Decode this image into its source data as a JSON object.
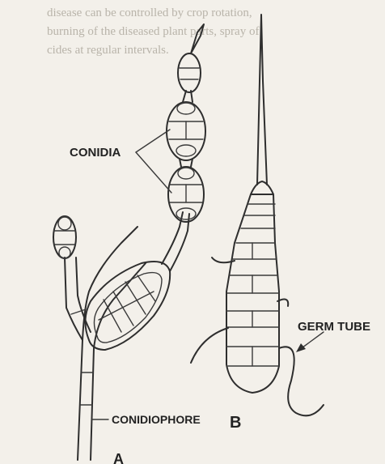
{
  "labels": {
    "conidia": "CONIDIA",
    "germ_tube": "GERM TUBE",
    "conidiophore": "CONIDIOPHORE",
    "panel_a": "A",
    "panel_b": "B"
  },
  "background_text_lines": [
    "disease can be controlled by crop rotation,",
    "burning of the diseased plant parts, spray of",
    "cides at regular intervals."
  ],
  "colors": {
    "paper": "#f3f0ea",
    "ink": "#2e2e2e",
    "show_through": "#b9b4aa"
  }
}
